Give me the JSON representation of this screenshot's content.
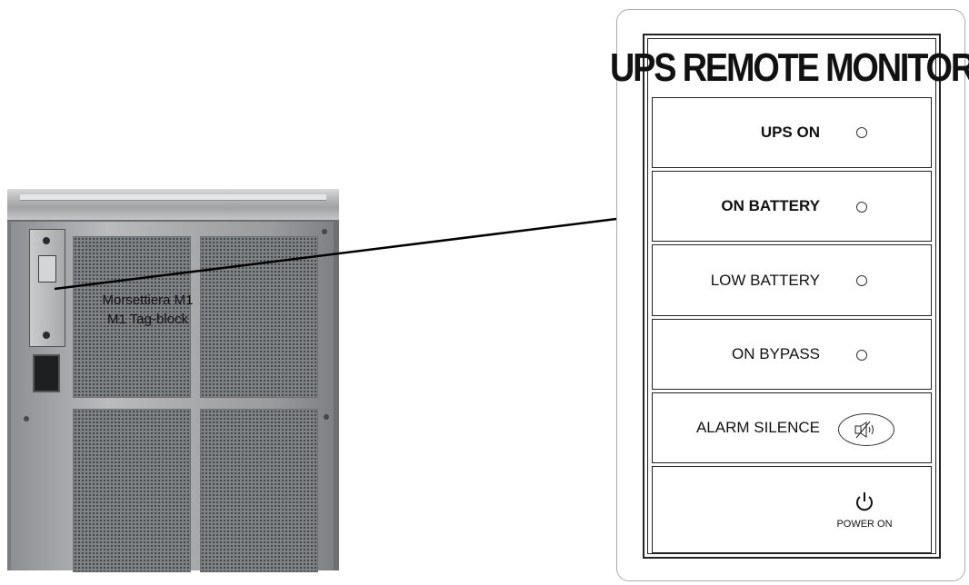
{
  "photo": {
    "tag_block_label_it": "Morsettiera M1",
    "tag_block_label_en": "M1 Tag-block"
  },
  "panel": {
    "title": "UPS REMOTE MONITOR",
    "indicators": [
      {
        "label": "UPS  ON",
        "icon": "led-indicator-icon"
      },
      {
        "label": "ON BATTERY",
        "icon": "led-indicator-icon"
      },
      {
        "label": "LOW  BATTERY",
        "icon": "led-indicator-icon"
      },
      {
        "label": "ON  BYPASS",
        "icon": "led-indicator-icon"
      }
    ],
    "alarm_silence": {
      "label": "ALARM  SILENCE",
      "icon": "speaker-mute-icon"
    },
    "power": {
      "label": "POWER ON",
      "icon": "power-icon"
    }
  }
}
